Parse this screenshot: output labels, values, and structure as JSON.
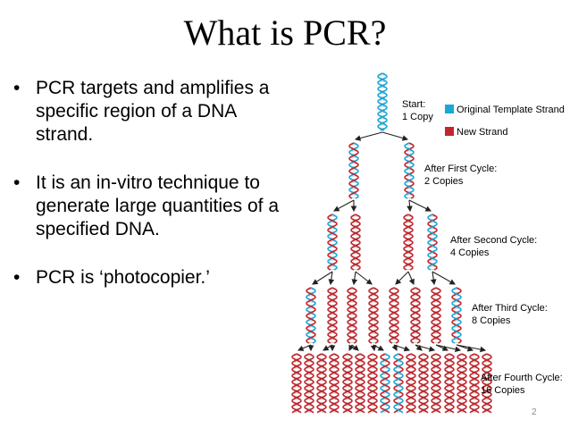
{
  "slide": {
    "title": "What is PCR?",
    "bullets": [
      "PCR targets and amplifies a specific region of a DNA strand.",
      "It is an in-vitro technique to generate large quantities of a specified DNA.",
      "PCR is ‘photocopier.’"
    ],
    "slide_number": "2"
  },
  "diagram": {
    "colors": {
      "original": "#1aa7d8",
      "new": "#c0272d",
      "arrow": "#222222"
    },
    "legend": {
      "original_label": "Original Template Strand",
      "new_label": "New Strand"
    },
    "stages": [
      {
        "line1": "Start:",
        "line2": "1 Copy",
        "copies": 1
      },
      {
        "line1": "After First Cycle:",
        "line2": "2 Copies",
        "copies": 2
      },
      {
        "line1": "After Second Cycle:",
        "line2": "4 Copies",
        "copies": 4
      },
      {
        "line1": "After Third Cycle:",
        "line2": "8 Copies",
        "copies": 8
      },
      {
        "line1": "After Fourth Cycle:",
        "line2": "16 Copies",
        "copies": 16
      }
    ]
  }
}
